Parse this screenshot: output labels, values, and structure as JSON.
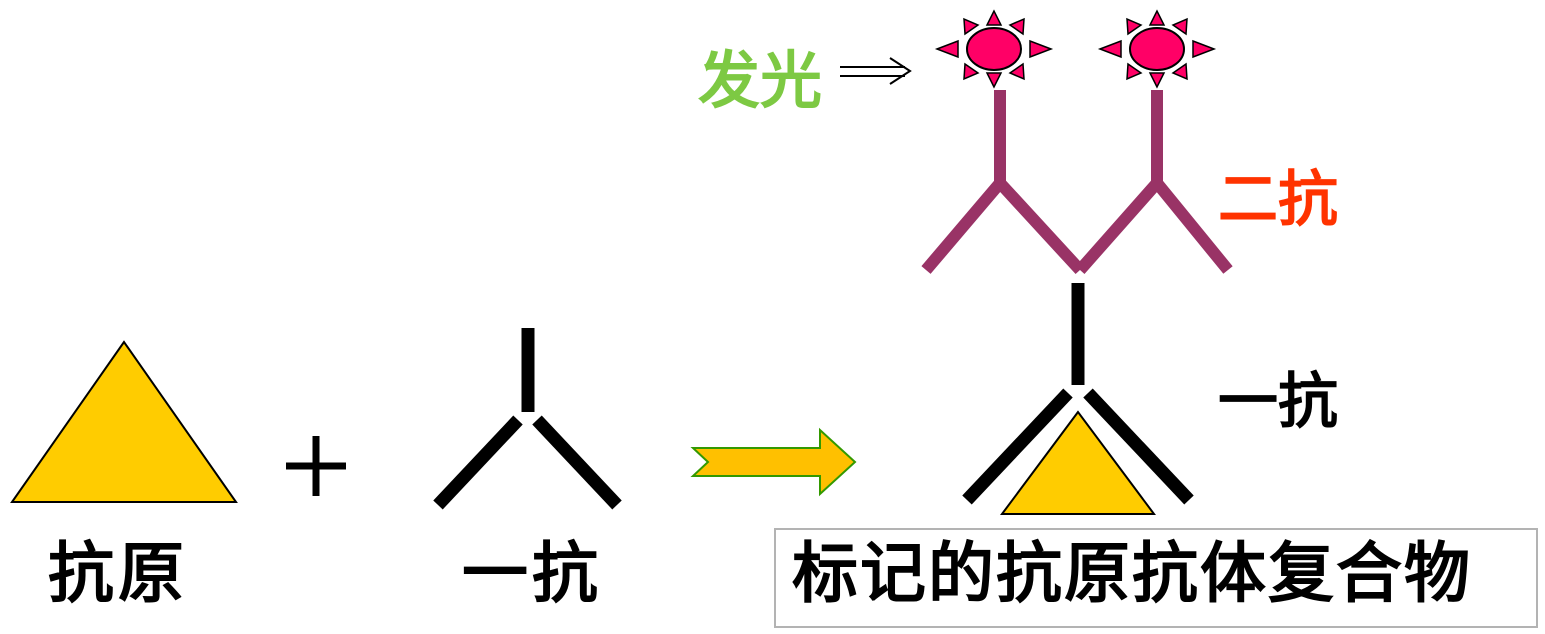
{
  "labels": {
    "antigen": "抗原",
    "primary_antibody": "一抗",
    "complex": "标记的抗原抗体复合物",
    "light_emission": "发光",
    "secondary_antibody": "二抗",
    "primary_antibody_right": "一抗"
  },
  "operator": "+",
  "colors": {
    "antigen_fill": "#ffcc00",
    "arrow_fill": "#ffc000",
    "arrow_stroke": "#339900",
    "secondary_antibody": "#993366",
    "light_center": "#ff0066",
    "light_label": "#7dc943",
    "secondary_label": "#ff3300"
  }
}
